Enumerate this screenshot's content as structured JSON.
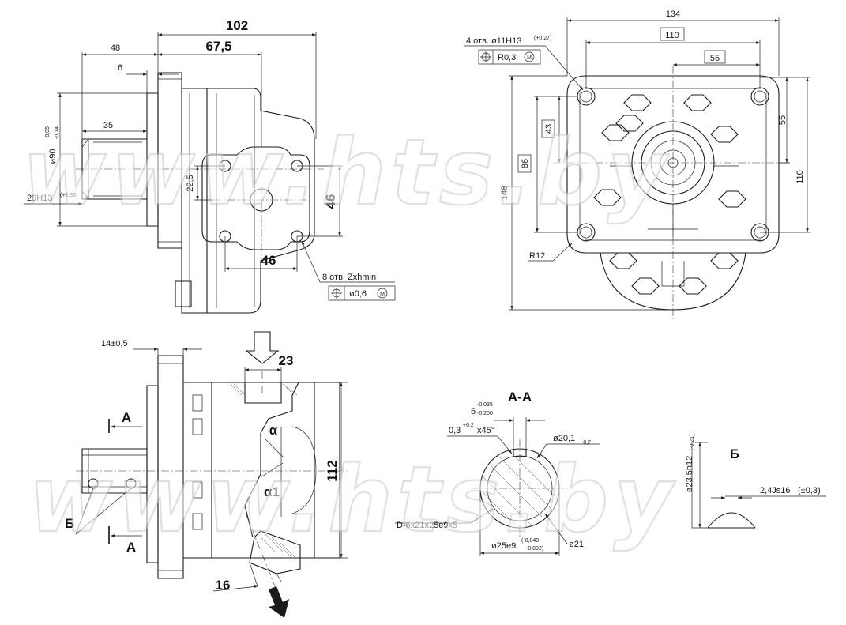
{
  "watermark": "www.hts.by",
  "side_view": {
    "dim_overall": "102",
    "dim_flange_to_port": "67,5",
    "dim_shaft_ext": "48",
    "dim_flange_thk": "6",
    "dim_spline_len": "35",
    "dim_pilot_dia": "ø90",
    "dim_pilot_dia_tol_up": "-0,05",
    "dim_pilot_dia_tol_lo": "-0,14",
    "dim_shaft_dia": "29H13",
    "dim_shaft_dia_tol": "(+0,33)",
    "dim_port_vert_small": "22,5",
    "dim_port_vert": "46",
    "dim_port_horiz": "46",
    "holes_note": "8 отв. Zxhmin",
    "holes_tolerance": "ø0,6",
    "holes_tol_modifier": "M"
  },
  "front_view": {
    "dim_width": "134",
    "dim_bolt_span": "110",
    "dim_half": "55",
    "dim_height": "148",
    "dim_vert_86": "86",
    "dim_vert_43": "43",
    "dim_right_55": "55",
    "dim_right_110": "110",
    "holes_note": "4 отв. ø11H13",
    "holes_note_tol": "(+0,27)",
    "holes_tolerance": "R0,3",
    "holes_tol_modifier": "M",
    "radius": "R12"
  },
  "section_view": {
    "flange_dim": "14±0,5",
    "port_dim": "23",
    "body_dim": "112",
    "outlet_dim": "16",
    "section_label_a_top": "A",
    "section_label_a_bottom": "A",
    "detail_label": "Б",
    "angle_alpha": "α",
    "angle_alpha1": "α1"
  },
  "section_aa": {
    "title": "A-A",
    "key_dim": "5",
    "key_tol_up": "-0,035",
    "key_tol_lo": "-0,200",
    "chamfer": "0,3",
    "chamfer_tol": "+0,2",
    "chamfer_angle": "x45°",
    "dia_20": "ø20,1",
    "dia_20_tol": "-0,7",
    "spline": "D-6x21x25e9x5",
    "dia_25": "ø25e9",
    "dia_25_tol_up": "(-0,040",
    "dia_25_tol_lo": "-0,092)",
    "dia_21": "ø21"
  },
  "detail_b": {
    "label": "Б",
    "dia": "ø23,5h12",
    "dia_tol": "(-0,21)",
    "width": "2,4Js16",
    "width_tol": "(±0,3)"
  }
}
